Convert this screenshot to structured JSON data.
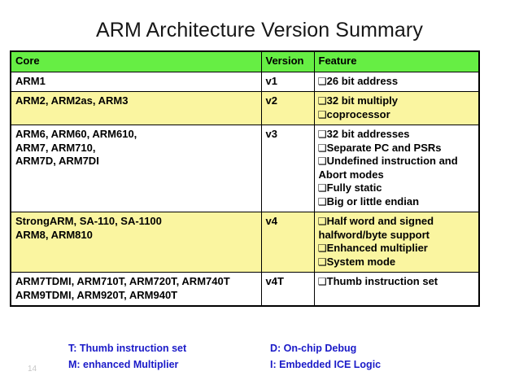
{
  "slide": {
    "title": "ARM Architecture Version Summary",
    "number": "14"
  },
  "table": {
    "headers": {
      "core": "Core",
      "version": "Version",
      "feature": "Feature"
    },
    "rows": [
      {
        "shade": "white",
        "core_lines": [
          "ARM1"
        ],
        "version": "v1",
        "features": [
          "26 bit address"
        ]
      },
      {
        "shade": "yellow",
        "core_lines": [
          "ARM2, ARM2as, ARM3"
        ],
        "version": "v2",
        "features": [
          "32 bit multiply",
          "coprocessor"
        ]
      },
      {
        "shade": "white",
        "core_lines": [
          "ARM6, ARM60, ARM610,",
          "ARM7, ARM710,",
          "ARM7D, ARM7DI"
        ],
        "version": "v3",
        "features": [
          "32 bit addresses",
          "Separate PC and PSRs",
          "Undefined instruction and Abort modes",
          "Fully static",
          "Big or little endian"
        ]
      },
      {
        "shade": "yellow",
        "core_lines": [
          "StrongARM, SA-110, SA-1100",
          "ARM8, ARM810"
        ],
        "version": "v4",
        "features": [
          "Half word and signed halfword/byte support",
          "Enhanced multiplier",
          "System mode"
        ]
      },
      {
        "shade": "white",
        "core_lines": [
          "ARM7TDMI, ARM710T, ARM720T, ARM740T",
          "ARM9TDMI, ARM920T, ARM940T"
        ],
        "version": "v4T",
        "features": [
          "Thumb instruction set"
        ]
      }
    ]
  },
  "legend": {
    "rows": [
      {
        "left": "T: Thumb instruction set",
        "right": "D: On-chip Debug"
      },
      {
        "left": "M: enhanced Multiplier",
        "right": "I: Embedded ICE Logic"
      }
    ]
  },
  "colors": {
    "header_green": "#66ee44",
    "row_yellow": "#faf5a0",
    "legend_blue": "#1a1ac8",
    "slide_number_gray": "#c6c6c6"
  }
}
